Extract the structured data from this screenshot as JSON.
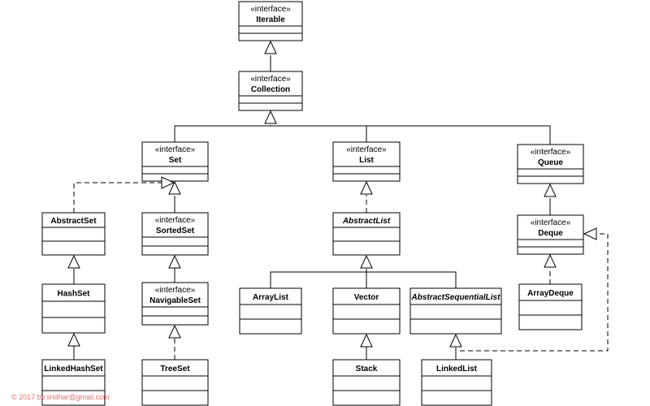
{
  "diagram": {
    "stereotype_label": "«interface»",
    "classes": [
      {
        "id": "iterable",
        "name": "Iterable",
        "interface": true,
        "abstract": false
      },
      {
        "id": "collection",
        "name": "Collection",
        "interface": true,
        "abstract": false
      },
      {
        "id": "set",
        "name": "Set",
        "interface": true,
        "abstract": false
      },
      {
        "id": "list",
        "name": "List",
        "interface": true,
        "abstract": false
      },
      {
        "id": "queue",
        "name": "Queue",
        "interface": true,
        "abstract": false
      },
      {
        "id": "abstractset",
        "name": "AbstractSet",
        "interface": false,
        "abstract": false
      },
      {
        "id": "sortedset",
        "name": "SortedSet",
        "interface": true,
        "abstract": false
      },
      {
        "id": "abstractlist",
        "name": "AbstractList",
        "interface": false,
        "abstract": true
      },
      {
        "id": "deque",
        "name": "Deque",
        "interface": true,
        "abstract": false
      },
      {
        "id": "hashset",
        "name": "HashSet",
        "interface": false,
        "abstract": false
      },
      {
        "id": "navigableset",
        "name": "NavigableSet",
        "interface": true,
        "abstract": false
      },
      {
        "id": "arraylist",
        "name": "ArrayList",
        "interface": false,
        "abstract": false
      },
      {
        "id": "vector",
        "name": "Vector",
        "interface": false,
        "abstract": false
      },
      {
        "id": "abstractsequentiallist",
        "name": "AbstractSequentialList",
        "interface": false,
        "abstract": true
      },
      {
        "id": "arraydeque",
        "name": "ArrayDeque",
        "interface": false,
        "abstract": false
      },
      {
        "id": "linkedhashset",
        "name": "LinkedHashSet",
        "interface": false,
        "abstract": false
      },
      {
        "id": "treeset",
        "name": "TreeSet",
        "interface": false,
        "abstract": false
      },
      {
        "id": "stack",
        "name": "Stack",
        "interface": false,
        "abstract": false
      },
      {
        "id": "linkedlist",
        "name": "LinkedList",
        "interface": false,
        "abstract": false
      }
    ],
    "relations": [
      {
        "from": "collection",
        "to": "iterable",
        "kind": "generalization"
      },
      {
        "from": "set",
        "to": "collection",
        "kind": "generalization"
      },
      {
        "from": "list",
        "to": "collection",
        "kind": "generalization"
      },
      {
        "from": "queue",
        "to": "collection",
        "kind": "generalization"
      },
      {
        "from": "abstractset",
        "to": "set",
        "kind": "realization"
      },
      {
        "from": "sortedset",
        "to": "set",
        "kind": "generalization"
      },
      {
        "from": "navigableset",
        "to": "sortedset",
        "kind": "generalization"
      },
      {
        "from": "treeset",
        "to": "navigableset",
        "kind": "realization"
      },
      {
        "from": "hashset",
        "to": "abstractset",
        "kind": "generalization"
      },
      {
        "from": "linkedhashset",
        "to": "hashset",
        "kind": "generalization"
      },
      {
        "from": "abstractlist",
        "to": "list",
        "kind": "realization"
      },
      {
        "from": "arraylist",
        "to": "abstractlist",
        "kind": "generalization"
      },
      {
        "from": "vector",
        "to": "abstractlist",
        "kind": "generalization"
      },
      {
        "from": "abstractsequentiallist",
        "to": "abstractlist",
        "kind": "generalization"
      },
      {
        "from": "stack",
        "to": "vector",
        "kind": "generalization"
      },
      {
        "from": "linkedlist",
        "to": "abstractsequentiallist",
        "kind": "generalization"
      },
      {
        "from": "linkedlist",
        "to": "deque",
        "kind": "realization"
      },
      {
        "from": "deque",
        "to": "queue",
        "kind": "generalization"
      },
      {
        "from": "arraydeque",
        "to": "deque",
        "kind": "realization"
      }
    ]
  },
  "watermark": "© 2017 by.sridhar@gmail.com",
  "colors": {
    "line": "#000000",
    "box_fill": "#ffffff",
    "watermark": "#e07070"
  }
}
